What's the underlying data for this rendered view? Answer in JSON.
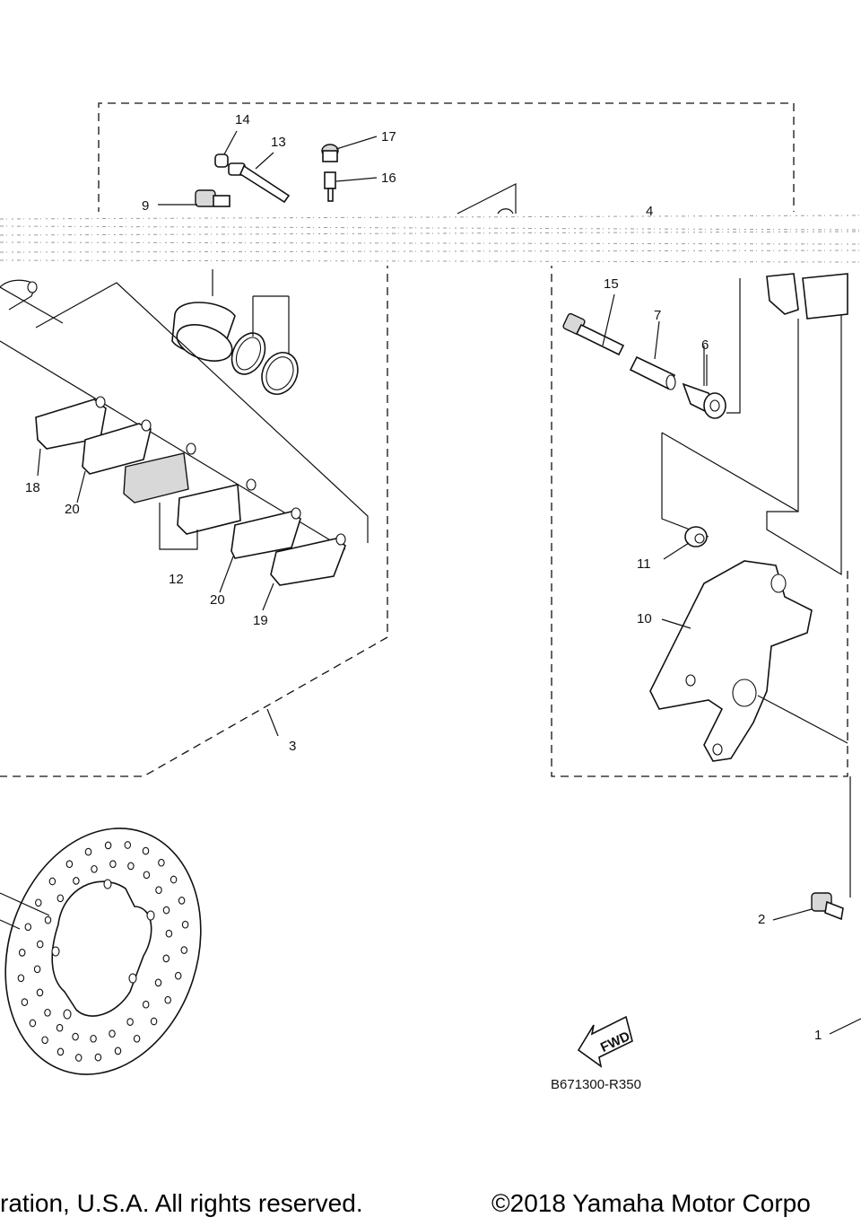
{
  "callouts": [
    {
      "id": "c1",
      "text": "1"
    },
    {
      "id": "c2",
      "text": "2"
    },
    {
      "id": "c3",
      "text": "3"
    },
    {
      "id": "c4",
      "text": "4"
    },
    {
      "id": "c6",
      "text": "6"
    },
    {
      "id": "c7",
      "text": "7"
    },
    {
      "id": "c9",
      "text": "9"
    },
    {
      "id": "c10",
      "text": "10"
    },
    {
      "id": "c11",
      "text": "11"
    },
    {
      "id": "c12",
      "text": "12"
    },
    {
      "id": "c13",
      "text": "13"
    },
    {
      "id": "c14",
      "text": "14"
    },
    {
      "id": "c15",
      "text": "15"
    },
    {
      "id": "c16",
      "text": "16"
    },
    {
      "id": "c17",
      "text": "17"
    },
    {
      "id": "c18",
      "text": "18"
    },
    {
      "id": "c19",
      "text": "19"
    },
    {
      "id": "c20a",
      "text": "20"
    },
    {
      "id": "c20b",
      "text": "20"
    }
  ],
  "fwd_label": "FWD",
  "diagram_code": "B671300-R350",
  "footer": {
    "left": "ration, U.S.A. All rights reserved.",
    "right": "©2018 Yamaha Motor Corpo"
  }
}
